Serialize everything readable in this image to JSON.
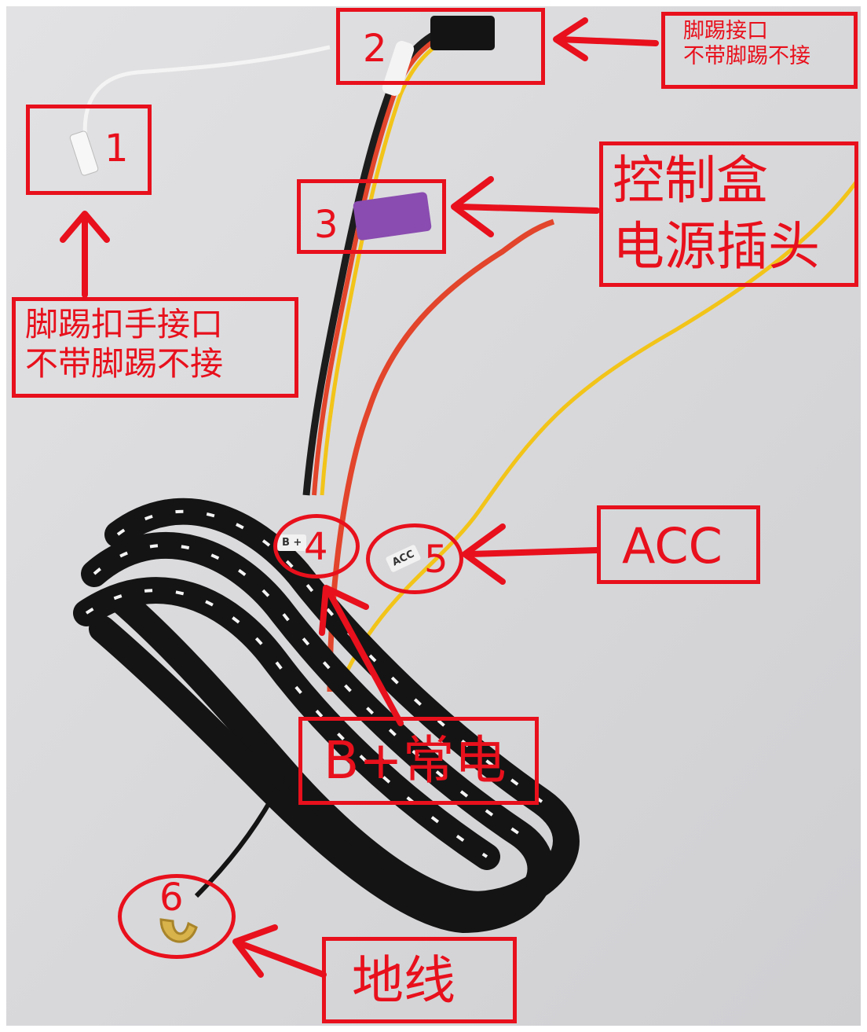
{
  "colors": {
    "annotation": "#e8101c",
    "wire_yellow": "#f2c419",
    "wire_red": "#e2452b",
    "wire_white": "#f4f4f4",
    "cable_black": "#141414",
    "background": "#d9d9db",
    "connector_purple": "#8a4cb0"
  },
  "markers": {
    "m1": {
      "number": "1"
    },
    "m2": {
      "number": "2"
    },
    "m3": {
      "number": "3"
    },
    "m4": {
      "number": "4"
    },
    "m5": {
      "number": "5"
    },
    "m6": {
      "number": "6"
    }
  },
  "labels": {
    "l1": {
      "text": "脚踢扣手接口\n不带脚踢不接"
    },
    "l2": {
      "text": "脚踢接口\n不带脚踢不接"
    },
    "l3": {
      "text": "控制盒\n电源插头"
    },
    "l4": {
      "text": "B+常电"
    },
    "l5": {
      "text": "ACC"
    },
    "l6": {
      "text": "地线"
    }
  },
  "wire_tags": {
    "bplus": "B +",
    "acc": "ACC"
  }
}
